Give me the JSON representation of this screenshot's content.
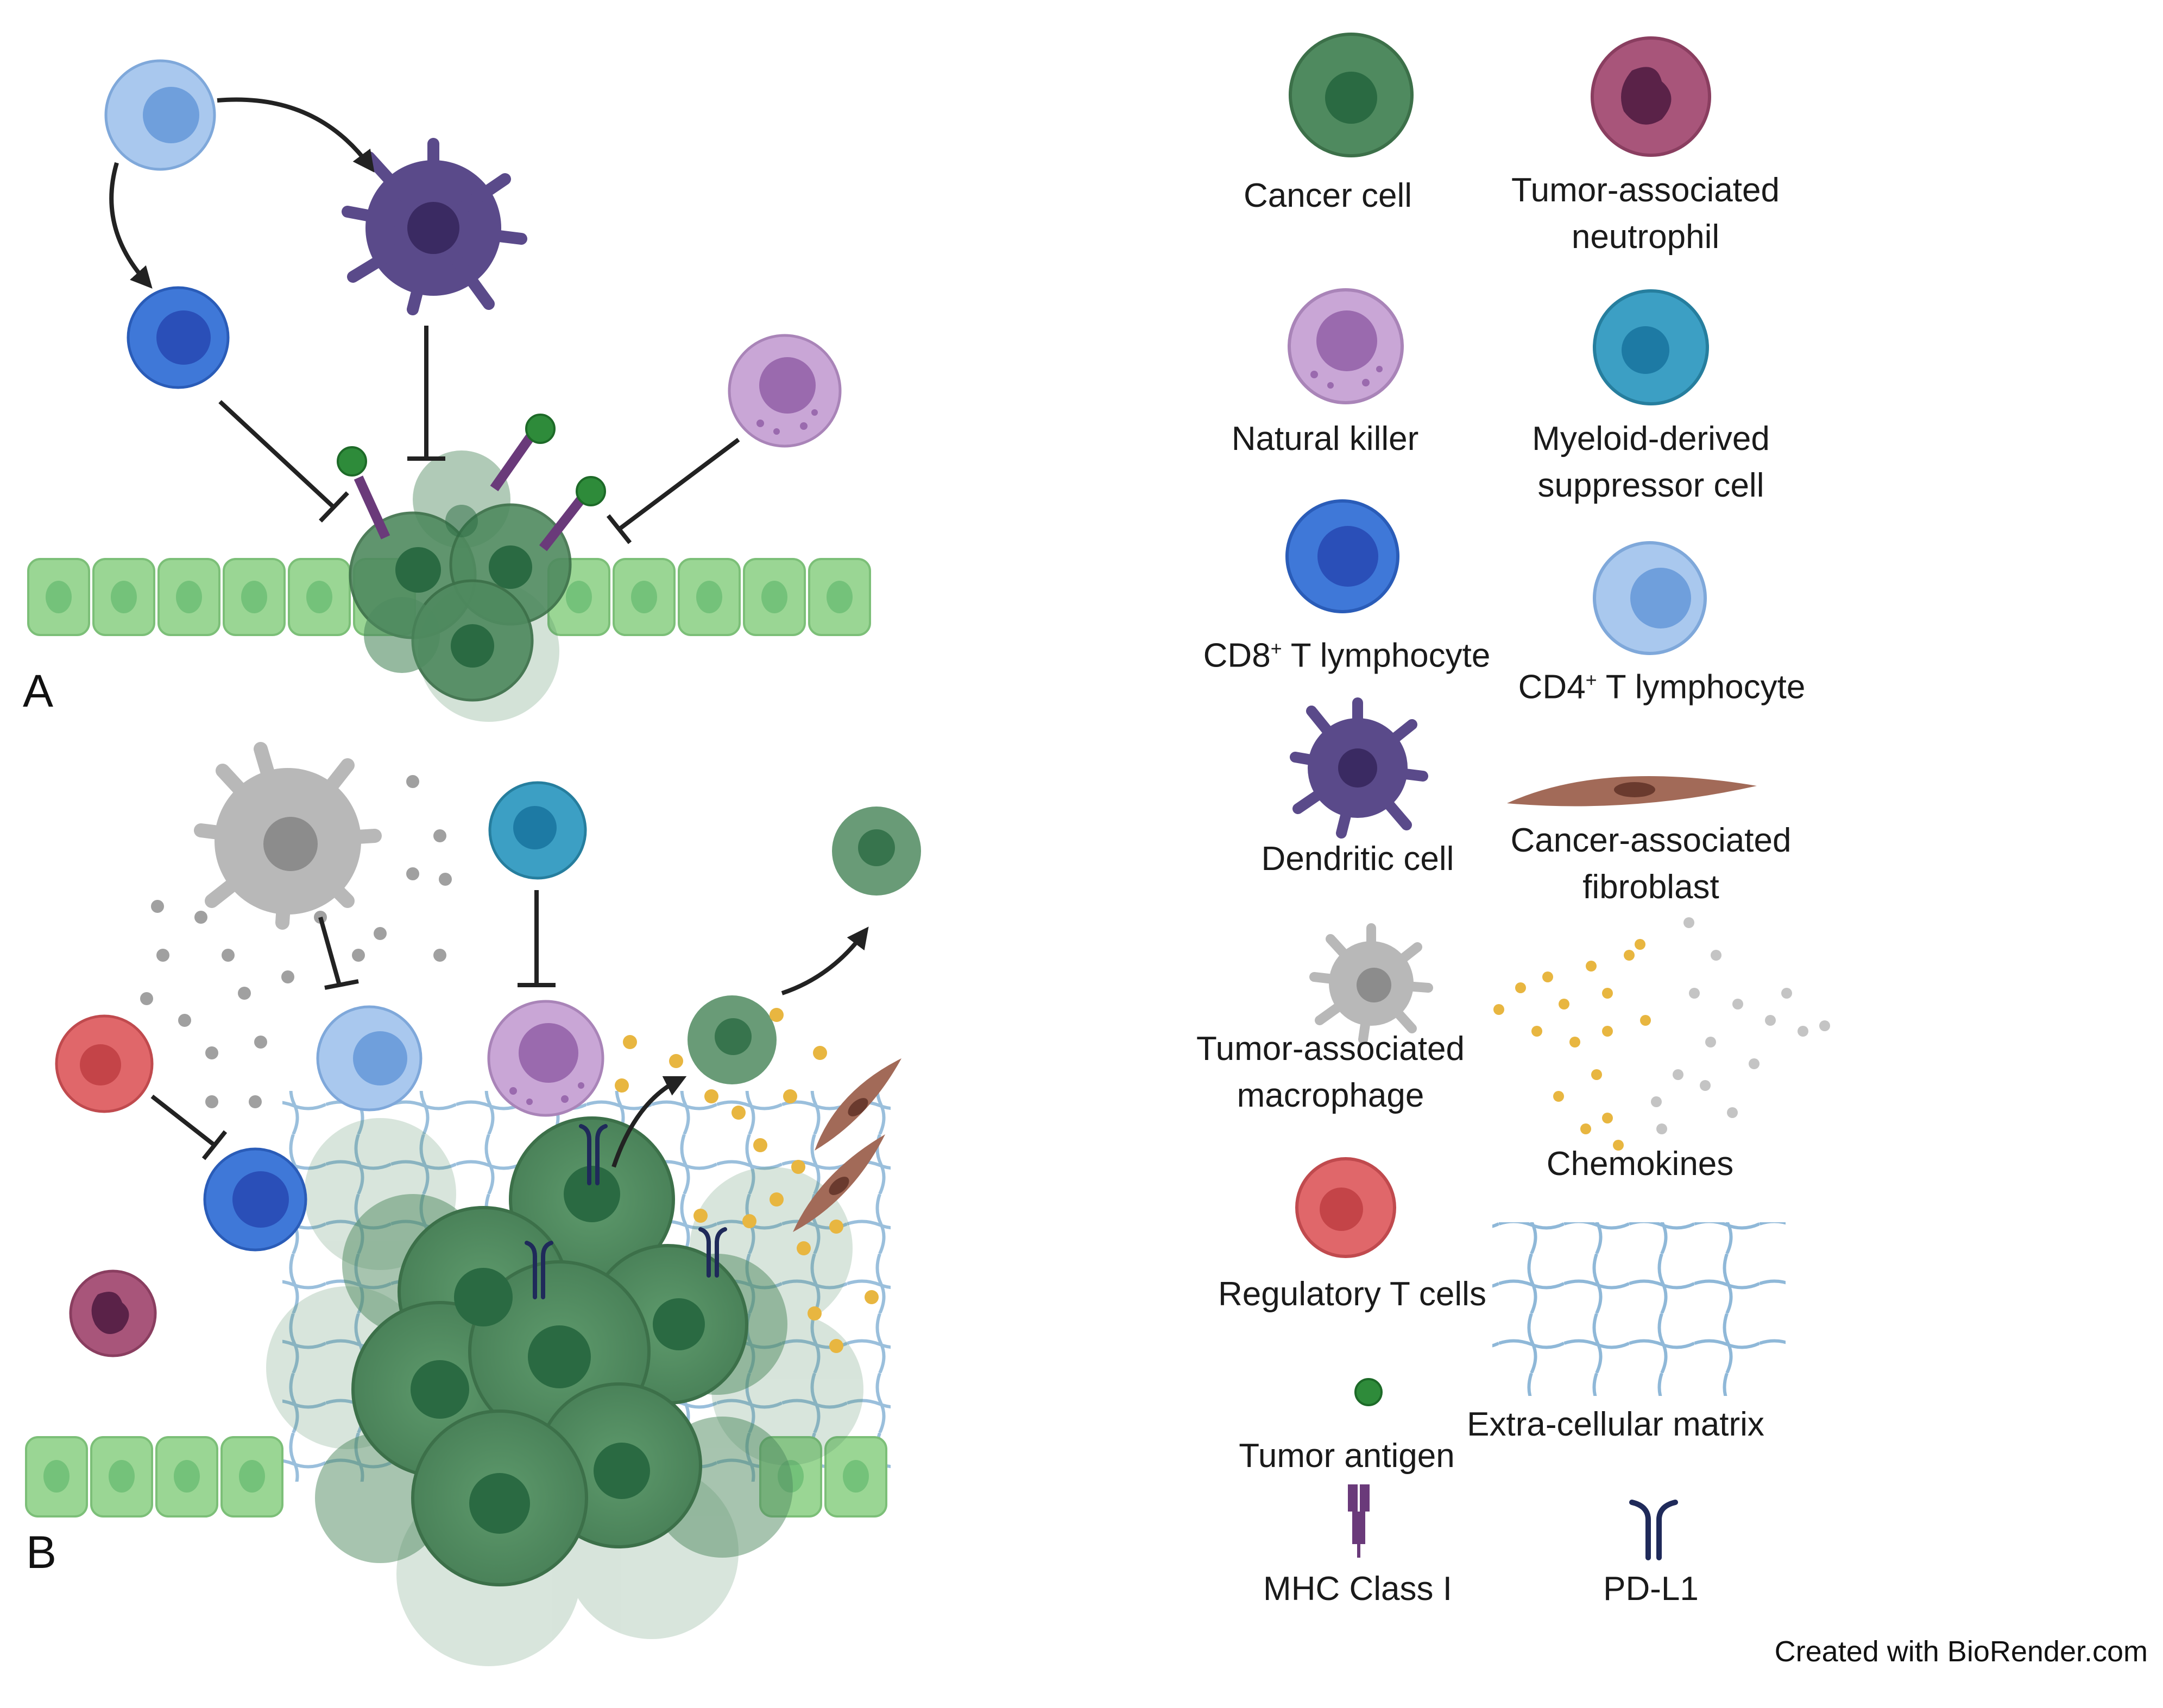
{
  "panel_labels": {
    "a": "A",
    "b": "B"
  },
  "legend": {
    "cancer_cell": "Cancer cell",
    "neutrophil_line1": "Tumor-associated",
    "neutrophil_line2": "neutrophil",
    "natural_killer": "Natural killer",
    "mdsc_line1": "Myeloid-derived",
    "mdsc_line2": "suppressor cell",
    "cd8_pre": "CD8",
    "cd8_sup": "+",
    "cd8_post": " T lymphocyte",
    "cd4_pre": "CD4",
    "cd4_sup": "+",
    "cd4_post": " T lymphocyte",
    "dendritic": "Dendritic cell",
    "caf_line1": "Cancer-associated",
    "caf_line2": "fibroblast",
    "tam_line1": "Tumor-associated",
    "tam_line2": "macrophage",
    "chemokines": "Chemokines",
    "treg": "Regulatory T cells",
    "ecm": "Extra-cellular matrix",
    "tumor_antigen": "Tumor antigen",
    "mhc": "MHC Class I",
    "pdl1": "PD-L1"
  },
  "credit": "Created with BioRender.com",
  "colors": {
    "cancer": "#4f8a5f",
    "cancer_nucleus": "#2a6a42",
    "cd8": "#3f78d8",
    "cd8_nucleus": "#2a4fb8",
    "cd4": "#a9c8ee",
    "cd4_nucleus": "#6f9fdc",
    "dendritic": "#5a4a8a",
    "nk": "#c9a6d6",
    "nk_nucleus": "#9a6aae",
    "neutrophil": "#a8557a",
    "mdsc": "#3c9fc4",
    "treg": "#e0676a",
    "tam": "#b8b8b8",
    "caf": "#a26a58",
    "epithelium": "#9ad694",
    "antigen": "#2e8b3a",
    "mhc": "#6a3a7a",
    "pdl1": "#1f2a5a",
    "chemokine": "#e8b640",
    "ecm": "#8fb8d8"
  }
}
